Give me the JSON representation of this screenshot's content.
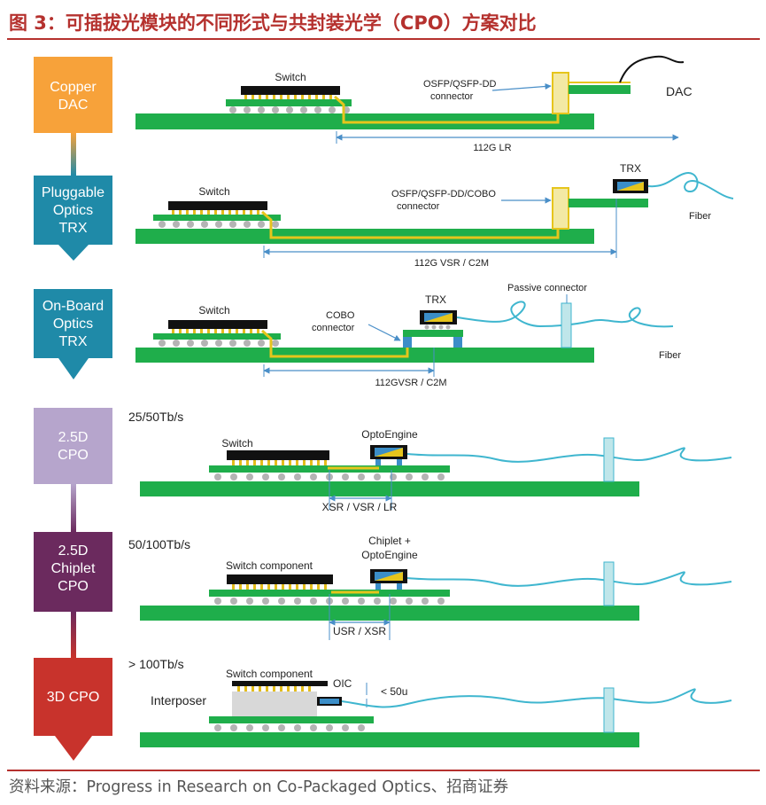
{
  "figure": {
    "title": "图 3：可插拔光模块的不同形式与共封装光学（CPO）方案对比",
    "source": "资料来源：Progress in Research on Co-Packaged Optics、招商证券"
  },
  "stages": [
    {
      "label_lines": [
        "Copper",
        "DAC"
      ],
      "color": "#f7a23a"
    },
    {
      "label_lines": [
        "Pluggable",
        "Optics",
        "TRX"
      ],
      "color": "#1f8aa8"
    },
    {
      "label_lines": [
        "On-Board",
        "Optics",
        "TRX"
      ],
      "color": "#1f8aa8"
    },
    {
      "label_lines": [
        "2.5D",
        "CPO"
      ],
      "color": "#b6a5cc"
    },
    {
      "label_lines": [
        "2.5D",
        "Chiplet",
        "CPO"
      ],
      "color": "#6b2a5e"
    },
    {
      "label_lines": [
        "3D CPO"
      ],
      "color": "#c8332c"
    }
  ],
  "rows": [
    {
      "switch": "Switch",
      "connector_lines": [
        "OSFP/QSFP-DD",
        "connector"
      ],
      "end_label": "DAC",
      "span": "112G LR"
    },
    {
      "switch": "Switch",
      "connector_lines": [
        "OSFP/QSFP-DD/COBO",
        "connector"
      ],
      "trx": "TRX",
      "fiber": "Fiber",
      "span": "112G VSR / C2M"
    },
    {
      "switch": "Switch",
      "connector_lines": [
        "COBO",
        "connector"
      ],
      "trx": "TRX",
      "passive": "Passive connector",
      "fiber": "Fiber",
      "span": "112GVSR / C2M"
    },
    {
      "bandwidth": "25/50Tb/s",
      "switch": "Switch",
      "engine_lines": [
        "OptoEngine"
      ],
      "span": "XSR / VSR / LR"
    },
    {
      "bandwidth": "50/100Tb/s",
      "switch": "Switch component",
      "engine_lines": [
        "Chiplet +",
        "OptoEngine"
      ],
      "span": "USR / XSR"
    },
    {
      "bandwidth": "> 100Tb/s",
      "switch": "Switch component",
      "interposer": "Interposer",
      "oic": "OIC",
      "gap": "< 50u"
    }
  ]
}
